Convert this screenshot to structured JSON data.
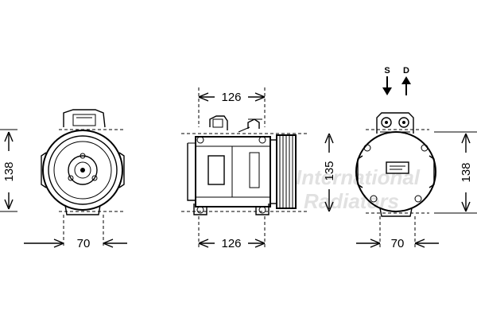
{
  "dimensions": {
    "front_height": "138",
    "front_width": "70",
    "side_top_length": "126",
    "side_bottom_length": "126",
    "side_height": "135",
    "rear_height": "138",
    "rear_width": "70"
  },
  "ports": {
    "suction": "S",
    "discharge": "D"
  },
  "watermark": {
    "line1": "International",
    "line2": "Radiators"
  },
  "colors": {
    "line": "#000000",
    "watermark": "#c9c9c9",
    "background": "#ffffff"
  }
}
